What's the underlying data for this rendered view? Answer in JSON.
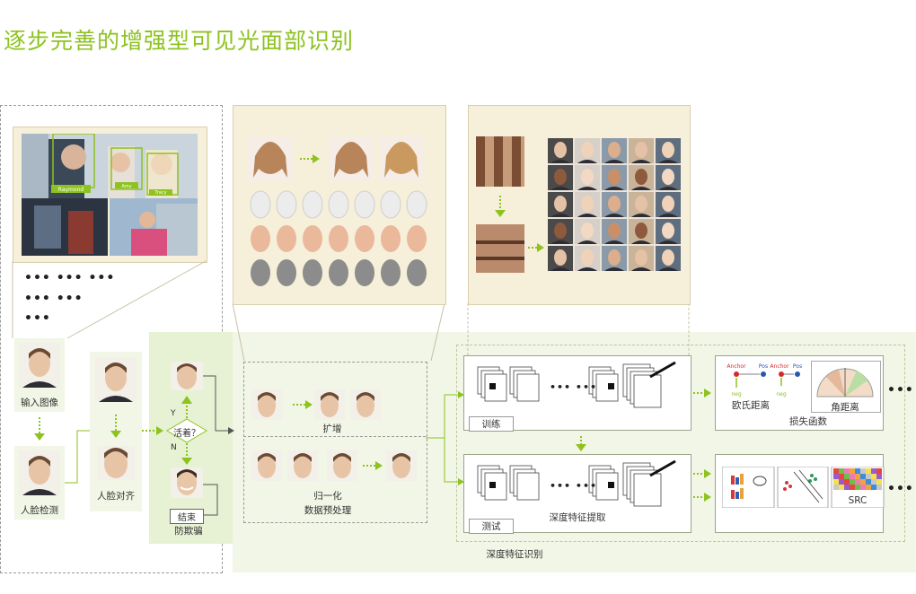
{
  "title": "逐步完善的增强型可见光面部识别",
  "photo_tags": [
    "Raymond",
    "Amy",
    "Tracy"
  ],
  "dots_row1": "••• ••• •••",
  "dots_row2": "••• •••",
  "dots_row3": "•••",
  "pipeline": {
    "input_image": "输入图像",
    "face_detect": "人脸检测",
    "face_align": "人脸对齐",
    "alive_question": "活着？",
    "yes": "Y",
    "no": "N",
    "end": "结束",
    "anti_spoof": "防欺骗"
  },
  "preprocess": {
    "augment": "扩增",
    "normalize": "归一化",
    "data_preprocess": "数据预处理"
  },
  "deep": {
    "train": "训练",
    "test": "测试",
    "feature_extract": "深度特征提取",
    "deep_recognition": "深度特征识别",
    "ellipsis": "•••  •••",
    "more": "•••"
  },
  "loss": {
    "euclid": "欧氏距离",
    "angular": "角距离",
    "loss_fn": "损失函数",
    "anchor": "Anchor",
    "pos": "Pos",
    "neg": "neg"
  },
  "classifier": {
    "src": "SRC"
  },
  "colors": {
    "accent": "#8dc21f",
    "beige": "#f6efd9",
    "light_green": "#eef5dd"
  }
}
